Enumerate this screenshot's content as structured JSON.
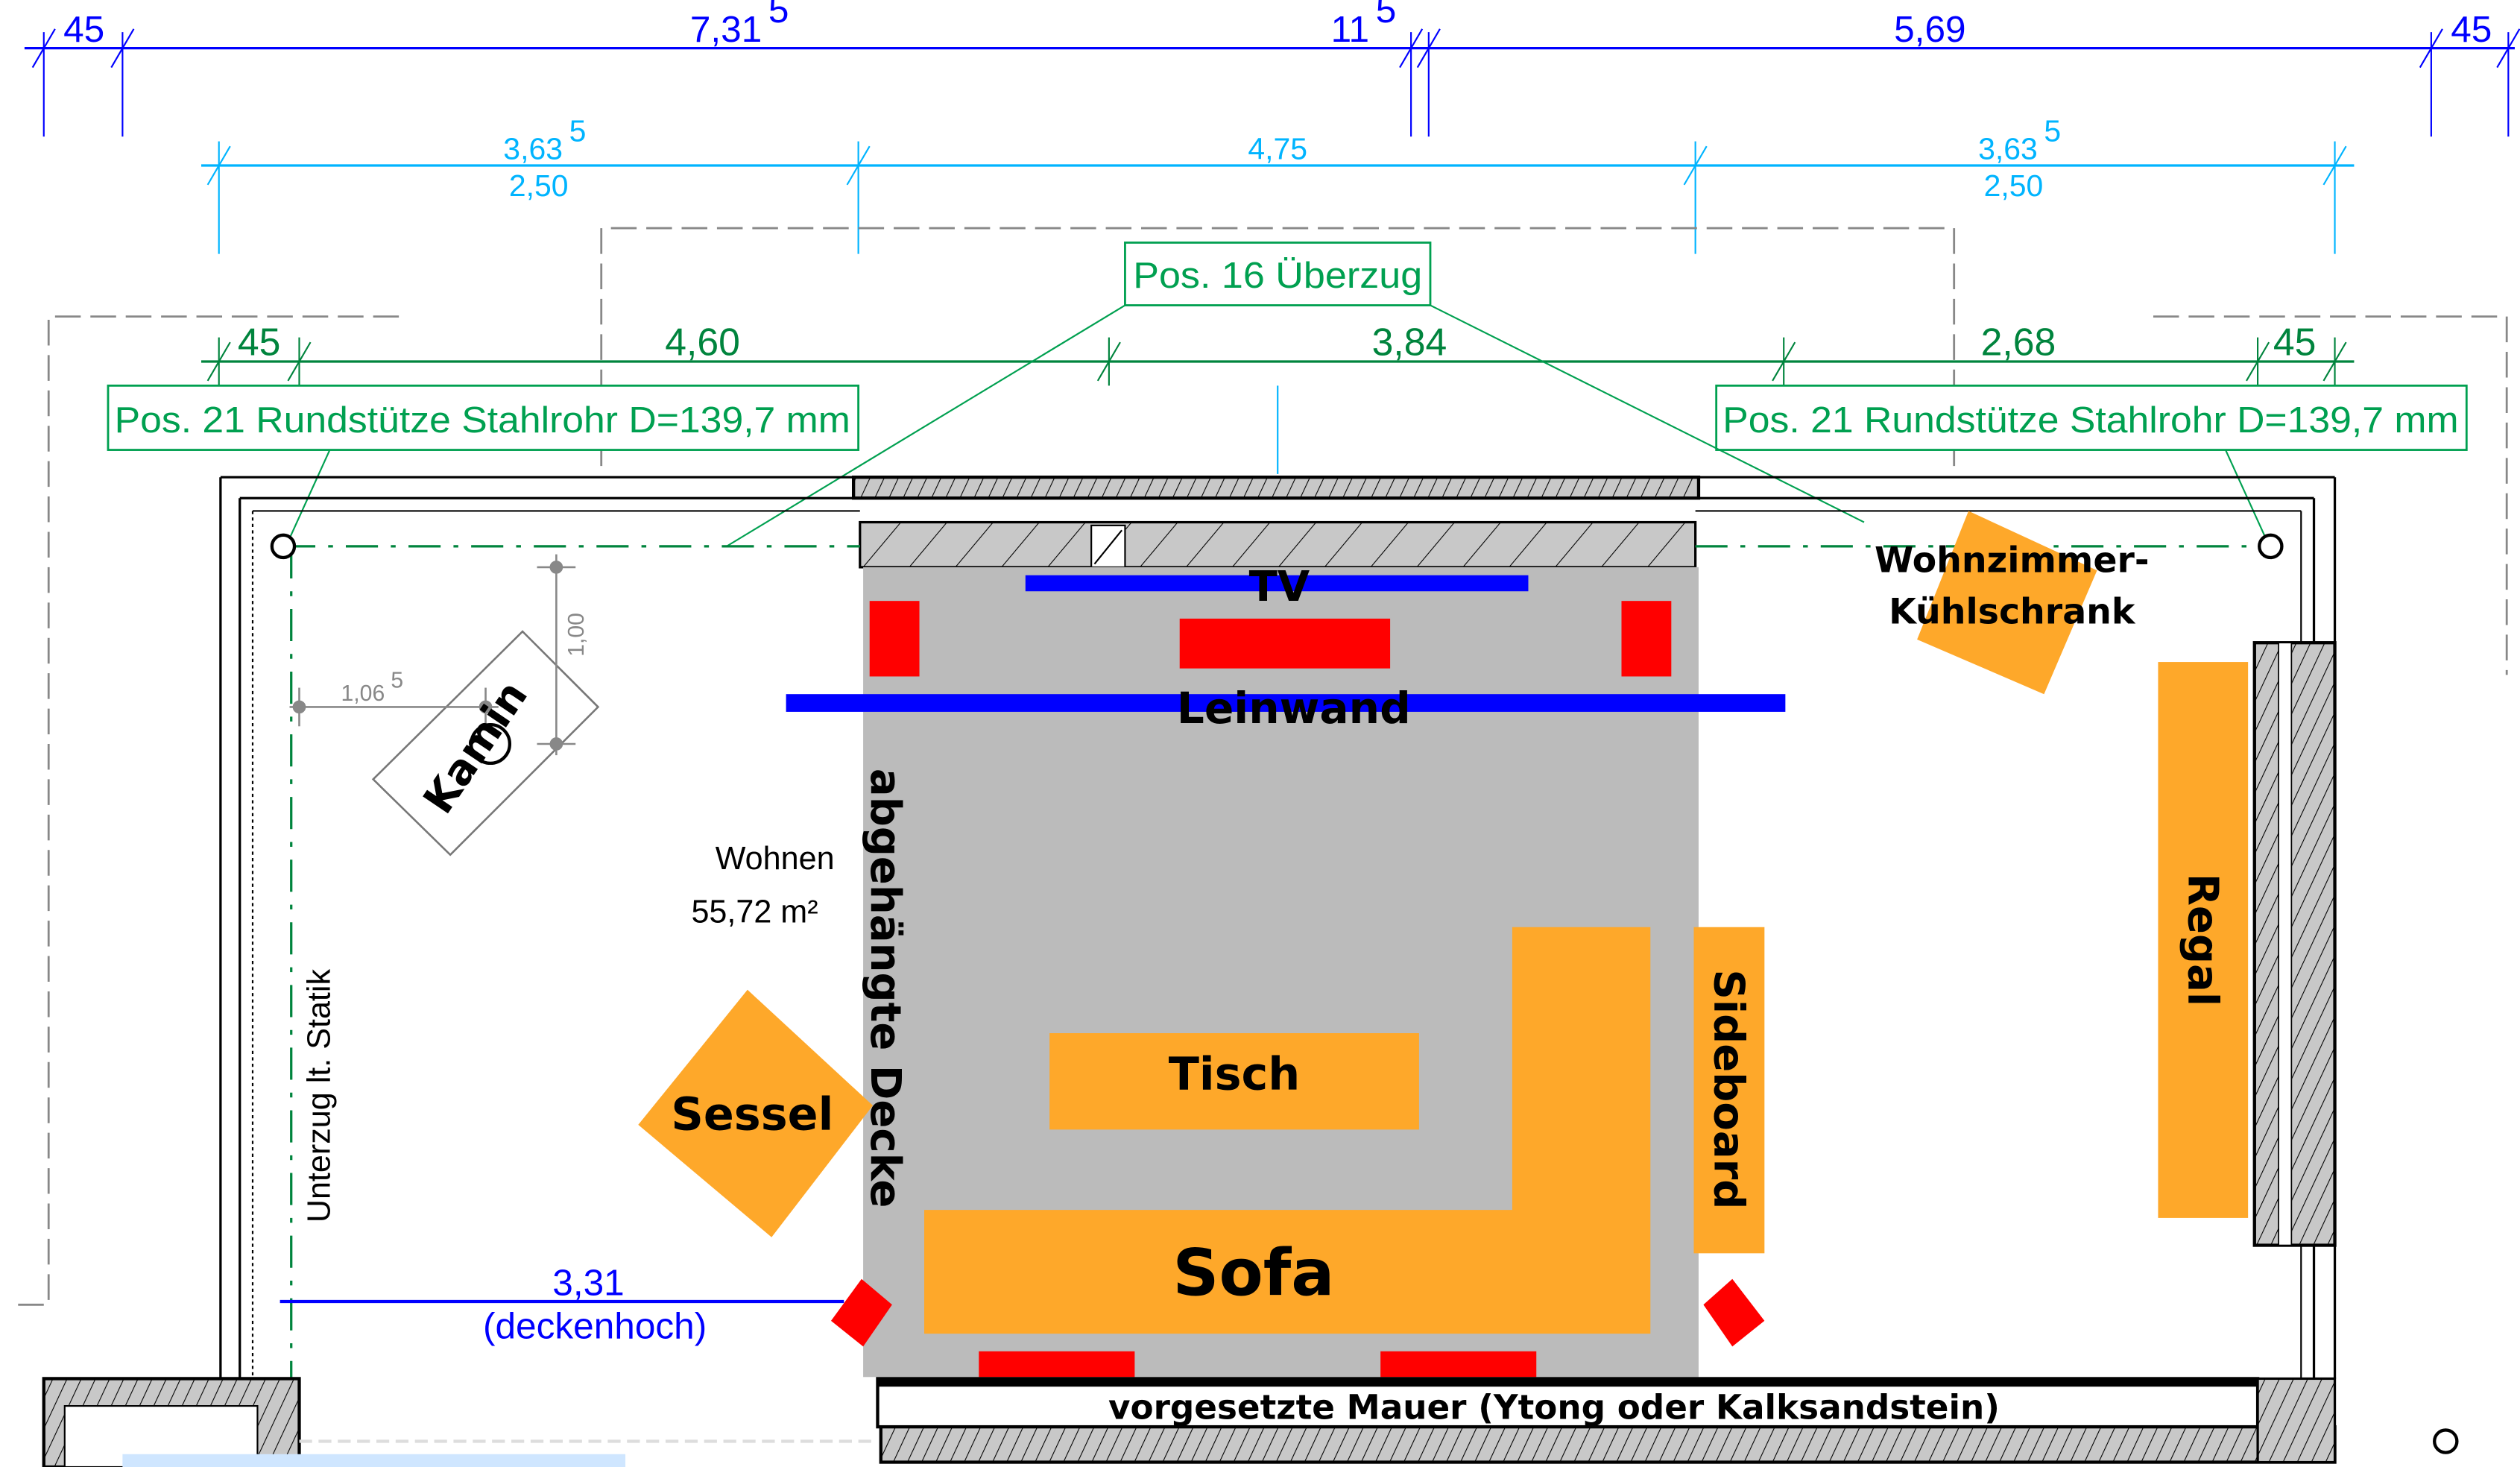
{
  "dimensions": {
    "top_row": [
      "45",
      "7,31",
      "5",
      "11",
      "5",
      "5,69",
      "45"
    ],
    "second_row": {
      "left_top": "3,63",
      "left_sup": "5",
      "left_bottom": "2,50",
      "middle": "4,75",
      "right_top": "3,63",
      "right_sup": "5",
      "right_bottom": "2,50"
    },
    "third_row": [
      "45",
      "4,60",
      "3,84",
      "2,68",
      "45"
    ],
    "kamin_horizontal": "1,06",
    "kamin_horizontal_sup": "5",
    "kamin_vertical": "1,00",
    "ceiling_width": "3,31",
    "ceiling_note": "(deckenhoch)"
  },
  "annotations": {
    "ueberzug": "Pos. 16  Überzug",
    "column_left": "Pos. 21  Rundstütze Stahlrohr D=139,7 mm",
    "column_right": "Pos. 21  Rundstütze Stahlrohr D=139,7 mm",
    "unterzug": "Unterzug lt. Statik",
    "room_name": "Wohnen",
    "room_area": "55,72 m²"
  },
  "furniture": {
    "tv": "TV",
    "screen": "Leinwand",
    "ceiling": "abgehängte Decke",
    "fireplace": "Kamin",
    "armchair": "Sessel",
    "table": "Tisch",
    "sofa": "Sofa",
    "sideboard": "Sideboard",
    "shelf": "Regal",
    "fridge_line1": "Wohnzimmer-",
    "fridge_line2": "Kühlschrank",
    "wall_note": "vorgesetzte Mauer (Ytong oder Kalksandstein)"
  },
  "colors": {
    "furniture": "#fea82a",
    "speaker": "#ff0000",
    "screen": "#0000ff",
    "ceiling": "#bbbbbb",
    "annotation": "#00a050"
  }
}
